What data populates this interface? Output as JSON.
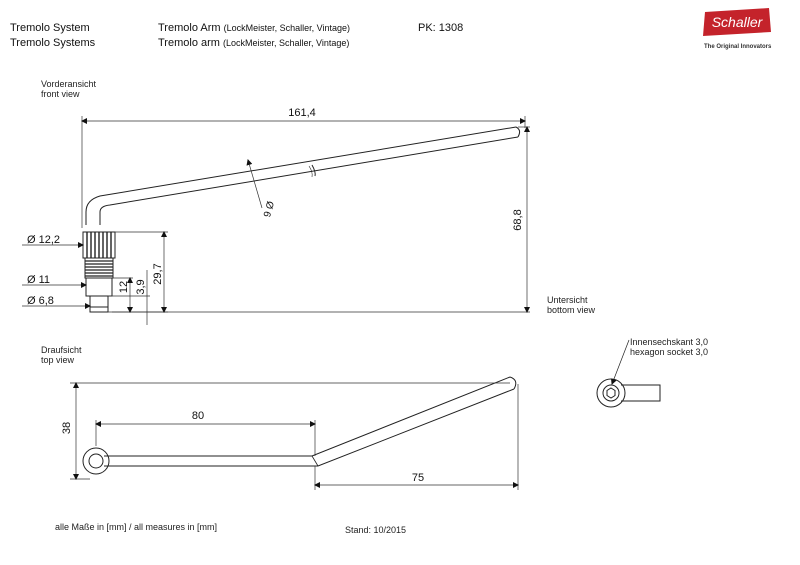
{
  "header": {
    "system_de": "Tremolo System",
    "system_en": "Tremolo Systems",
    "product_de": "Tremolo Arm",
    "product_de_note": "(LockMeister, Schaller, Vintage)",
    "product_en": "Tremolo arm",
    "product_en_note": "(LockMeister, Schaller, Vintage)",
    "part_number": "PK: 1308"
  },
  "brand": {
    "logo_text": "Schaller",
    "tagline": "The Original Innovators",
    "logo_color": "#c4232b"
  },
  "views": {
    "front_de": "Vorderansicht",
    "front_en": "front view",
    "bottom_de": "Untersicht",
    "bottom_en": "bottom view",
    "top_de": "Draufsicht",
    "top_en": "top view",
    "socket_de": "Innensechskant  3,0",
    "socket_en": "hexagon socket 3,0"
  },
  "dimensions": {
    "total_length": "161,4",
    "height": "68,8",
    "arm_diameter": "9 Ø",
    "dia_large": "Ø 12,2",
    "dia_mid": "Ø 11",
    "dia_small": "Ø 6,8",
    "len_12": "12",
    "len_3_9": "3,9",
    "len_29_7": "29,7",
    "top_80": "80",
    "top_75": "75",
    "top_38": "38"
  },
  "footer": {
    "measures": "alle Maße in [mm] / all measures in [mm]",
    "date": "Stand: 10/2015"
  }
}
